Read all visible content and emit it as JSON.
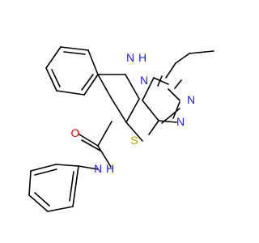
{
  "molecule": {
    "atoms": {
      "nh": {
        "symbol": "N",
        "h_label": "H",
        "color": "#1f1fe6"
      },
      "n_bridge": {
        "symbol": "N",
        "color": "#1f1fe6"
      },
      "n_tri1": {
        "symbol": "N",
        "color": "#1f1fe6"
      },
      "n_tri2": {
        "symbol": "N",
        "color": "#1f1fe6"
      },
      "s": {
        "symbol": "S",
        "color": "#b5a200"
      },
      "o": {
        "symbol": "O",
        "color": "#e60000"
      },
      "amide_n": {
        "symbol": "N",
        "h_label": "H",
        "color": "#1f1fe6"
      }
    }
  }
}
